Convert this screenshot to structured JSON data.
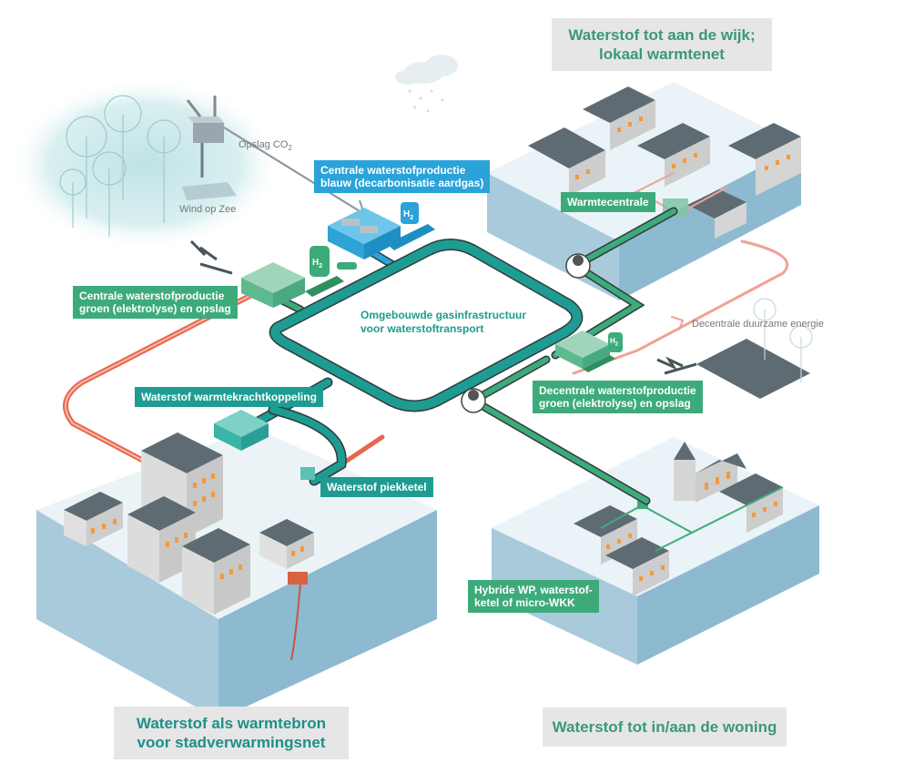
{
  "colors": {
    "green": "#3dab79",
    "teal": "#1e9c91",
    "blue": "#29a3d9",
    "title_green": "#3a9a73",
    "title_teal": "#1e8f88",
    "heat_red": "#e7674d",
    "window_orange": "#f39a3a",
    "ground_blue": "#a7cbdb",
    "roof_gray": "#5e6b72"
  },
  "titles": {
    "top_right": [
      "Waterstof tot aan de wijk;",
      "lokaal warmtenet"
    ],
    "bottom_left": [
      "Waterstof als warmtebron",
      "voor stadverwarmingsnet"
    ],
    "bottom_right": [
      "Waterstof tot in/aan de woning"
    ]
  },
  "labels": {
    "central_blue": [
      "Centrale waterstofproductie",
      "blauw (decarbonisatie aardgas)"
    ],
    "central_green": [
      "Centrale waterstofproductie",
      "groen (elektrolyse) en opslag"
    ],
    "ring": [
      "Omgebouwde gasinfrastructuur",
      "voor waterstoftransport"
    ],
    "decentral_green": [
      "Decentrale waterstofproductie",
      "groen (elektrolyse)  en opslag"
    ],
    "wkk": "Waterstof warmtekrachtkoppeling",
    "piekketel": "Waterstof piekketel",
    "warmtecentrale": "Warmtecentrale",
    "hybride": [
      "Hybride WP, waterstof-",
      "ketel of micro-WKK"
    ]
  },
  "plain_text": {
    "opslag": "Opslag CO",
    "opslag_sub": "2",
    "wind": "Wind op Zee",
    "decentrale_energie": "Decentrale duurzame energie",
    "h2": "H",
    "h2_sub": "2"
  }
}
